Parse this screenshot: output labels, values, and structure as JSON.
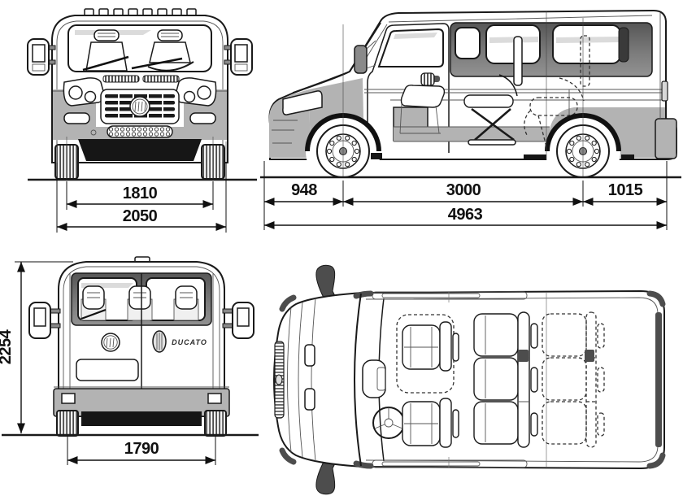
{
  "branding": {
    "model_badge": "DUCATO"
  },
  "dimensions_mm": {
    "front_view": {
      "track_width": "1810",
      "overall_width": "2050"
    },
    "side_view": {
      "front_overhang": "948",
      "wheelbase": "3000",
      "rear_overhang": "1015",
      "overall_length": "4963"
    },
    "rear_view": {
      "overall_height": "2254",
      "rear_track_width": "1790"
    }
  },
  "colors": {
    "outline": "#1a1a1a",
    "body_gray": "#b3b3b3",
    "window_band_dark": "#5e5e5e",
    "trim_dark": "#4d4d4d"
  }
}
